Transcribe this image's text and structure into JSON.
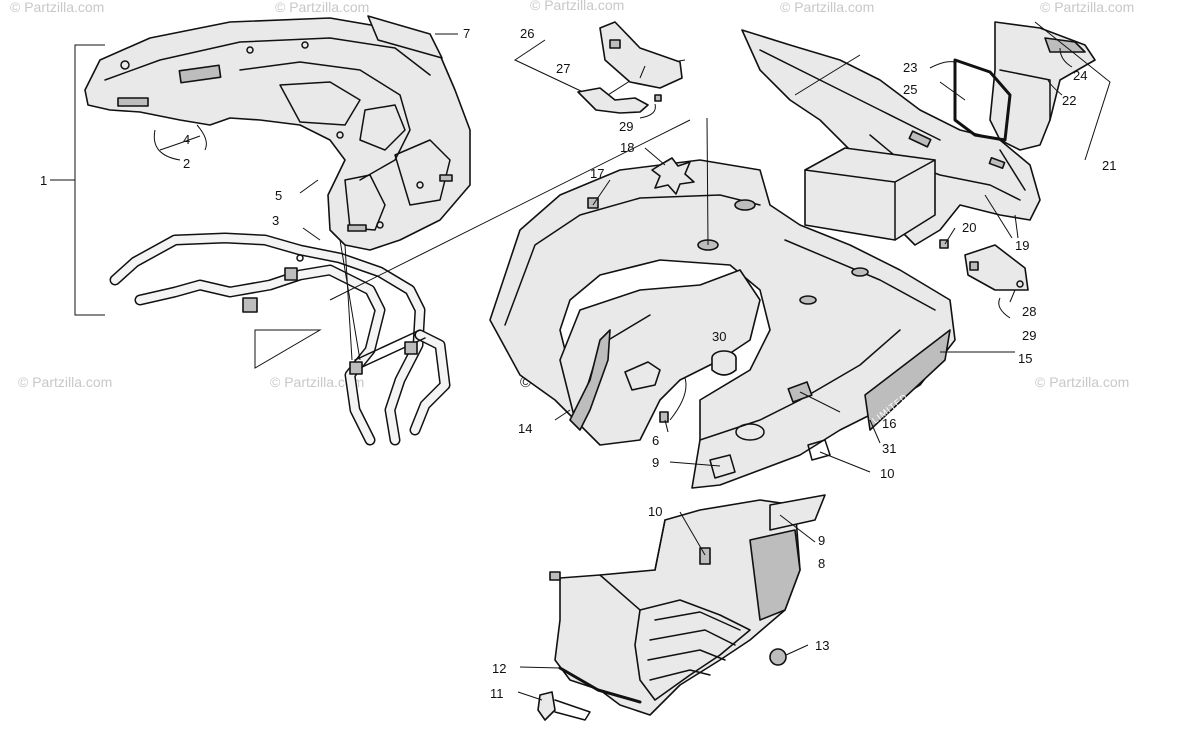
{
  "watermark": {
    "text": "© Partzilla.com",
    "center_text": "© Partzilla.com"
  },
  "decal_text": "LIMITED",
  "callouts": [
    "1",
    "2",
    "3",
    "4",
    "5",
    "6",
    "7",
    "8",
    "9",
    "9",
    "10",
    "10",
    "11",
    "12",
    "13",
    "14",
    "15",
    "16",
    "17",
    "18",
    "19",
    "20",
    "21",
    "22",
    "23",
    "24",
    "25",
    "26",
    "27",
    "28",
    "29",
    "29",
    "30",
    "31"
  ],
  "colors": {
    "line": "#111111",
    "fill": "#e9e9e9",
    "shade": "#bdbdbd",
    "watermark": "#c8c8c8"
  }
}
